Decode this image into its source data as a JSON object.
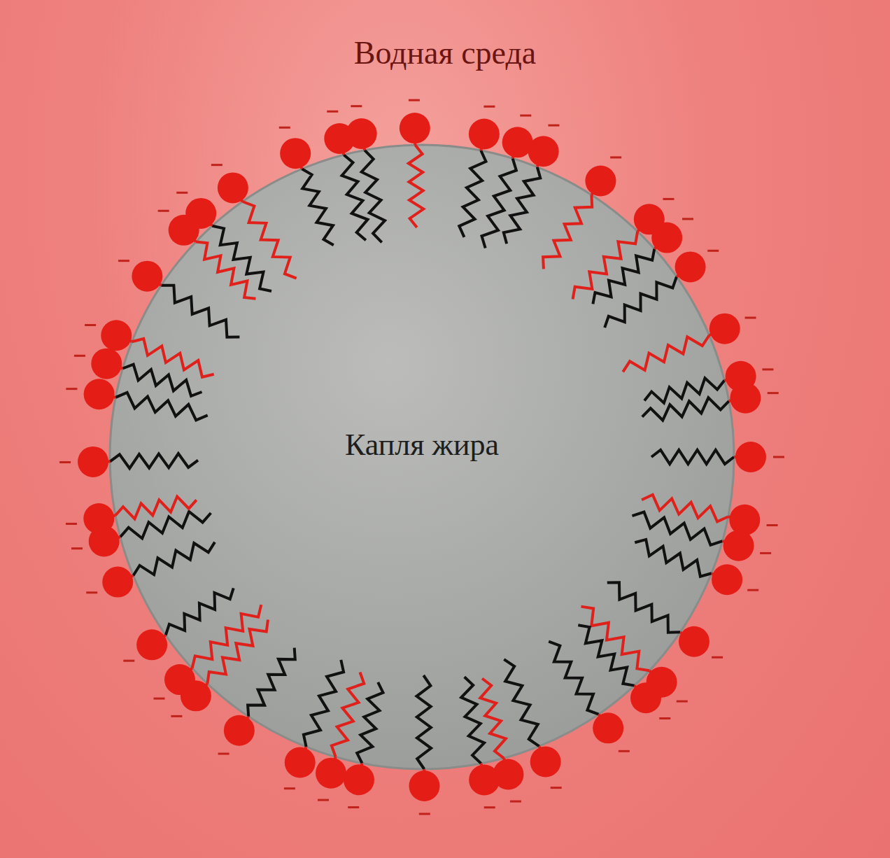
{
  "diagram": {
    "nodes": [
      {
        "text": [
          "Водная среда"
        ]
      },
      {
        "text": [
          "Капля жира"
        ],
        "in": 0
      }
    ]
  }
}
